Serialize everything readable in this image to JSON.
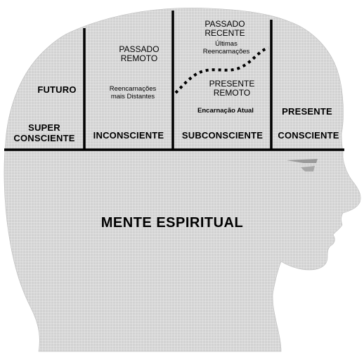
{
  "colors": {
    "head_fill": "#d2d2d2",
    "grid_line": "#ffffff",
    "divider": "#000000"
  },
  "head": {
    "icon": "human-head-profile-silhouette"
  },
  "regions": {
    "futuro": "FUTURO",
    "super_consciente": [
      "SUPER",
      "CONSCIENTE"
    ],
    "inconsciente": "INCONSCIENTE",
    "passado_remoto": [
      "PASSADO",
      "REMOTO"
    ],
    "reencarnacoes_distantes": [
      "Reencarnações",
      "mais Distantes"
    ],
    "passado_recente": [
      "PASSADO",
      "RECENTE"
    ],
    "ultimas_reencarnacoes": [
      "Últimas",
      "Reencarnações"
    ],
    "presente_remoto": [
      "PRESENTE",
      "REMOTO"
    ],
    "encarnacao_atual": "Encarnação Atual",
    "subconsciente": "SUBCONSCIENTE",
    "presente": "PRESENTE",
    "consciente": "CONSCIENTE"
  },
  "mente_espiritual": "MENTE ESPIRITUAL"
}
